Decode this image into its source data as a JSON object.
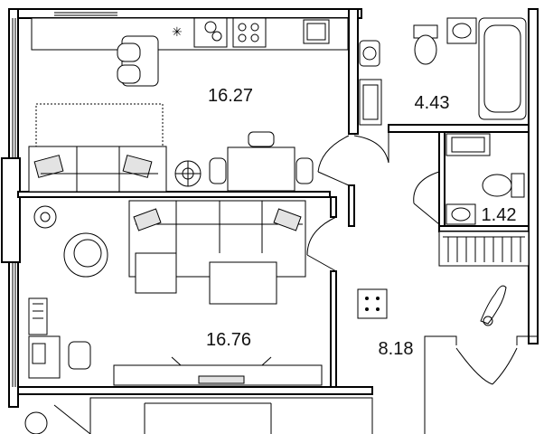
{
  "rooms": [
    {
      "id": "kitchen-living",
      "area": "16.27"
    },
    {
      "id": "bathroom",
      "area": "4.43"
    },
    {
      "id": "toilet",
      "area": "1.42"
    },
    {
      "id": "bedroom",
      "area": "16.76"
    },
    {
      "id": "hallway",
      "area": "8.18"
    }
  ],
  "colors": {
    "wall": "#000000",
    "background": "#ffffff",
    "fill_accent": "#e3e3e3"
  }
}
